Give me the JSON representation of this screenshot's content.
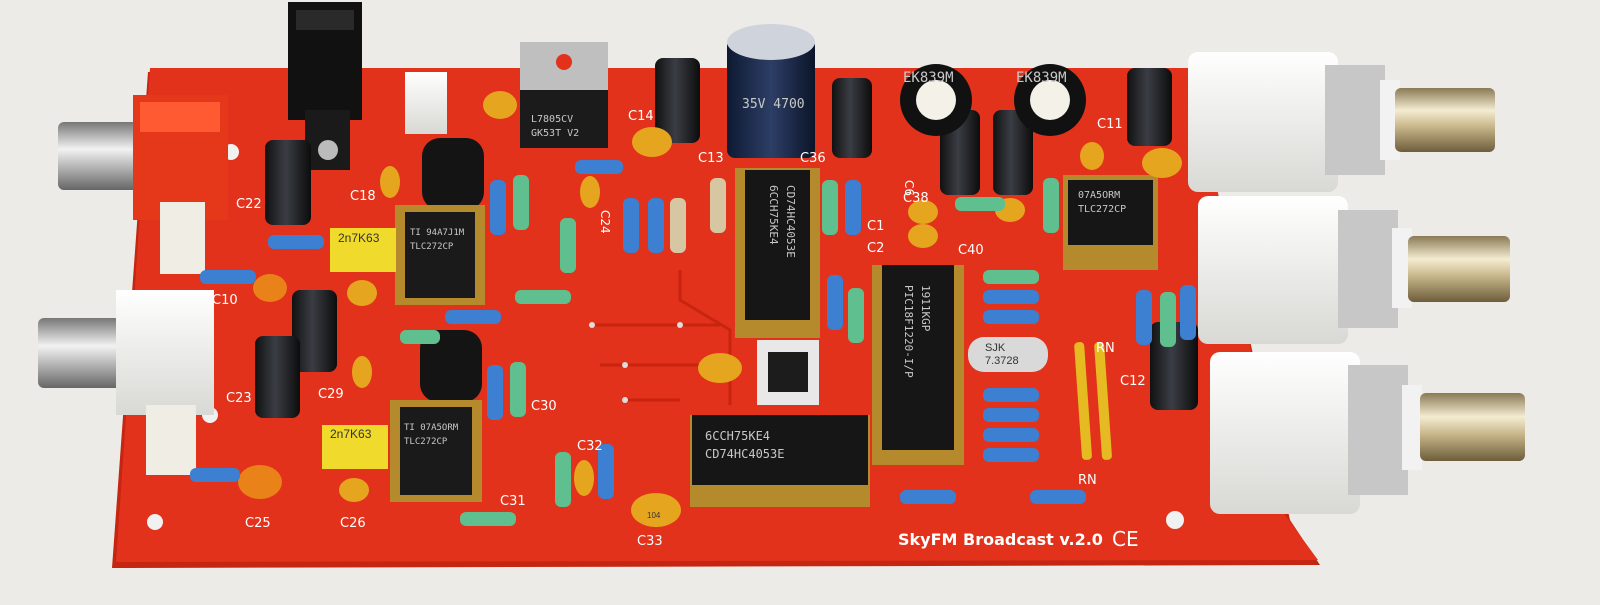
{
  "board": {
    "brand_text": "SkyFM Broadcast v.2.0",
    "ce_mark": "CE",
    "colors": {
      "pcb": "#e2321b",
      "pcb_edge": "#c42612",
      "silk": "#ffffff",
      "background": "#ecebe7"
    }
  },
  "labels": {
    "c22": "C22",
    "c18": "C18",
    "c10": "C10",
    "c23": "C23",
    "c29": "C29",
    "c25": "C25",
    "c26": "C26",
    "c31": "C31",
    "c30": "C30",
    "c32": "C32",
    "c33": "C33",
    "c14": "C14",
    "c13": "C13",
    "c36": "C36",
    "c6": "C6",
    "c38": "C38",
    "c1": "C1",
    "c2": "C2",
    "c40": "C40",
    "c11": "C11",
    "c12": "C12",
    "c24": "C24",
    "rn1": "RN",
    "rn2": "RN"
  },
  "chips": {
    "u_left_top": {
      "line1": "TI 94A7J1M",
      "line2": "TLC272CP"
    },
    "u_left_bottom": {
      "line1": "TI 07A5ORM",
      "line2": "TLC272CP"
    },
    "u_mux_vertical": {
      "line1": "6CCH75KE4",
      "line2": "CD74HC4053E"
    },
    "u_mux_horizontal": {
      "line1": "6CCH75KE4",
      "line2": "CD74HC4053E"
    },
    "u_pic": {
      "line1": "PIC18F1220-I/P",
      "line2": "1911KGP"
    },
    "u_right": {
      "line1": "07A5ORM",
      "line2": "TLC272CP"
    },
    "regulator": {
      "line1": "L7805CV",
      "line2": "GK53T V2"
    },
    "crystal": {
      "line1": "SJK",
      "line2": "7.3728"
    }
  },
  "caps": {
    "film_top": "2n7K63",
    "film_bottom": "2n7K63",
    "ecap_big": "35V 4700",
    "trim_left": "EK839M",
    "trim_right": "EK839M",
    "cap33": "104"
  }
}
